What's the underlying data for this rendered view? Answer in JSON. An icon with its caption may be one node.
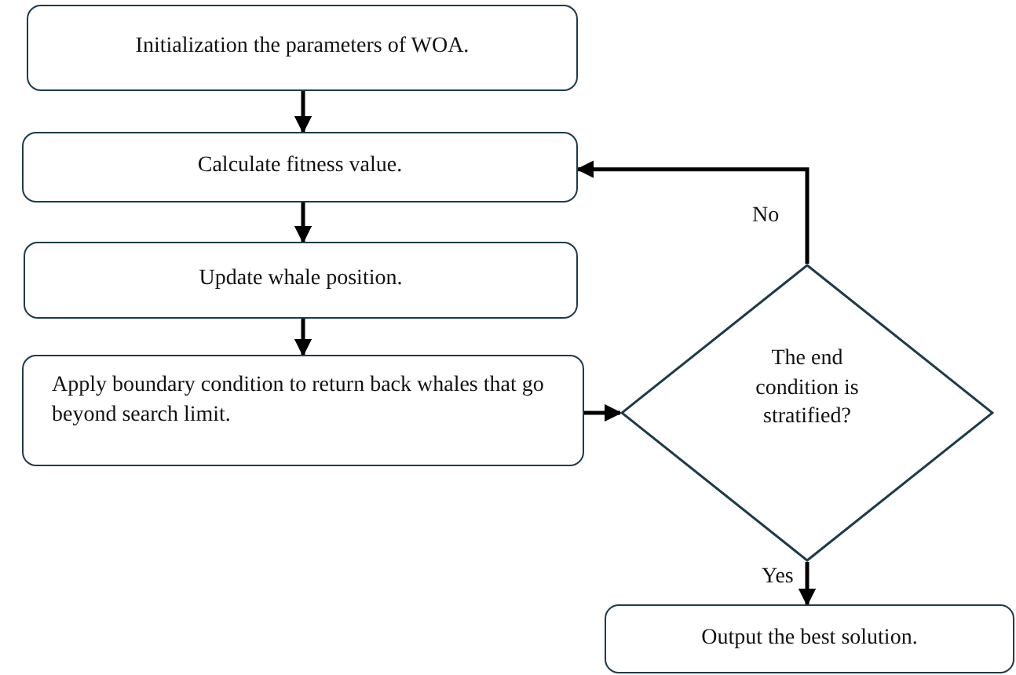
{
  "diagram": {
    "nodes": [
      {
        "text": [
          "Initialization the parameters of WOA."
        ]
      },
      {
        "text": [
          "Calculate fitness value."
        ]
      },
      {
        "text": [
          "Update whale position."
        ]
      },
      {
        "text": [
          "Apply boundary condition to return back whales that go beyond search limit."
        ]
      },
      {
        "text": [
          "The end condition is stratified?"
        ]
      },
      {
        "text": [
          "Output the best solution."
        ]
      }
    ],
    "edges": [
      {
        "from": 0,
        "to": 1,
        "arrow": "to"
      },
      {
        "from": 1,
        "to": 2,
        "arrow": "to"
      },
      {
        "from": 2,
        "to": 3,
        "arrow": "to"
      },
      {
        "from": 3,
        "to": 4,
        "arrow": "to"
      },
      {
        "from": 4,
        "to": 1,
        "arrow": "to",
        "label": "No"
      },
      {
        "from": 4,
        "to": 5,
        "arrow": "to",
        "label": "Yes"
      }
    ]
  }
}
